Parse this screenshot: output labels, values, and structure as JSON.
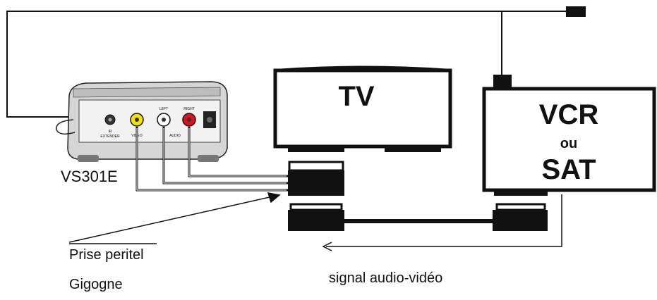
{
  "devices": {
    "tv_label": "TV",
    "vcr_line1": "VCR",
    "vcr_line2": "ou",
    "vcr_line3": "SAT",
    "sender_label": "VS301E"
  },
  "sender_panel": {
    "jack1": "IR",
    "jack1_sub": "EXTENDER",
    "jack2": "VIDEO",
    "jack3": "LEFT",
    "jack3_sub": "AUDIO",
    "jack4": "RIGHT"
  },
  "annotations": {
    "scart_line1": "Prise peritel",
    "scart_line2": "Gigogne",
    "signal_label": "signal audio-vidéo"
  },
  "colors": {
    "line": "#111111",
    "video_jack": "#f2e400",
    "audio_left_jack": "#ffffff",
    "audio_right_jack": "#e0101a",
    "device_body": "#d9d9d9"
  }
}
